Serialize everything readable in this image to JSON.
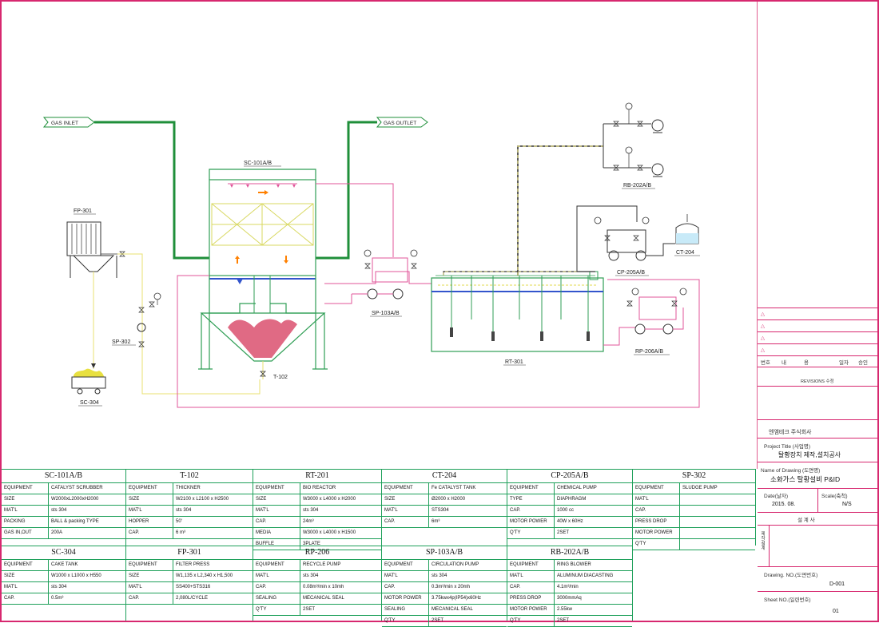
{
  "diagram": {
    "labels": {
      "gas_inlet": "GAS INLET",
      "gas_outlet": "GAS OUTLET",
      "sc101": "SC-101A/B",
      "fp301": "FP-301",
      "sp302": "SP-302",
      "sc304": "SC-304",
      "t102": "T-102",
      "sp103": "SP-103A/B",
      "rt301": "RT-301",
      "rb202": "RB-202A/B",
      "cp205": "CP-205A/B",
      "ct204": "CT-204",
      "rp206": "RP-206A/B"
    },
    "colors": {
      "gas_line": "#1f8f3a",
      "pink_line": "#e0559a",
      "yellow_line": "#e8e070",
      "equipment_line": "#2f9e55",
      "blue_level": "#3355cc",
      "sludge": "#e06a84",
      "border": "#d7286f"
    }
  },
  "equipment_table": {
    "row1": [
      {
        "title": "SC-101A/B",
        "rows": [
          [
            "EQUIPMENT",
            "CATALYST SCRUBBER"
          ],
          [
            "SIZE",
            "W2000xL2000xH2000"
          ],
          [
            "MAT'L",
            "sts 304"
          ],
          [
            "PACKING",
            "BALL & packing TYPE"
          ],
          [
            "GAS IN,OUT",
            "200A"
          ]
        ]
      },
      {
        "title": "T-102",
        "rows": [
          [
            "EQUIPMENT",
            "THICKNER"
          ],
          [
            "SIZE",
            "W2100 x L2100 x H2500"
          ],
          [
            "MAT'L",
            "sts 304"
          ],
          [
            "HOPPER",
            "50'"
          ],
          [
            "CAP.",
            "6 m³"
          ]
        ]
      },
      {
        "title": "RT-201",
        "rows": [
          [
            "EQUIPMENT",
            "BIO REACTOR"
          ],
          [
            "SIZE",
            "W3000 x L4000 x H2000"
          ],
          [
            "MAT'L",
            "sts 304"
          ],
          [
            "CAP.",
            "24m³"
          ],
          [
            "MEDIA",
            "W3000 x L4000 x H1500"
          ],
          [
            "BUFFLE",
            "3PLATE"
          ]
        ]
      },
      {
        "title": "CT-204",
        "rows": [
          [
            "EQUIPMENT",
            "Fe CATALYST TANK"
          ],
          [
            "SIZE",
            "Ø2000 x H2000"
          ],
          [
            "MAT'L",
            "STS304"
          ],
          [
            "CAP.",
            "6m³"
          ]
        ]
      },
      {
        "title": "CP-205A/B",
        "rows": [
          [
            "EQUIPMENT",
            "CHEMICAL PUMP"
          ],
          [
            "TYPE",
            "DIAPHRAGM"
          ],
          [
            "CAP.",
            "1000 cc"
          ],
          [
            "MOTOR POWER",
            "40W x 60Hz"
          ],
          [
            "Q'TY",
            "2SET"
          ]
        ]
      },
      {
        "title": "SP-302",
        "rows": [
          [
            "EQUIPMENT",
            "SLUDGE PUMP"
          ],
          [
            "MAT'L",
            ""
          ],
          [
            "CAP.",
            ""
          ],
          [
            "PRESS DROP",
            ""
          ],
          [
            "MOTOR POWER",
            ""
          ],
          [
            "Q'TY",
            ""
          ]
        ]
      }
    ],
    "row2": [
      {
        "title": "SC-304",
        "rows": [
          [
            "EQUIPMENT",
            "CAKE TANK"
          ],
          [
            "SIZE",
            "W1000 x L1000 x H550"
          ],
          [
            "MAT'L",
            "sts 304"
          ],
          [
            "CAP.",
            "0.5m³"
          ]
        ]
      },
      {
        "title": "FP-301",
        "rows": [
          [
            "EQUIPMENT",
            "FILTER PRESS"
          ],
          [
            "SIZE",
            "W1,135 x L2,340 x H1,500"
          ],
          [
            "MAT'L",
            "SS400+STS316"
          ],
          [
            "CAP.",
            "2,080L/CYCLE"
          ]
        ]
      },
      {
        "title": "RP-206",
        "rows": [
          [
            "EQUIPMENT",
            "RECYCLE PUMP"
          ],
          [
            "MAT'L",
            "sts 304"
          ],
          [
            "CAP.",
            "0.08m³/min x 10mh"
          ],
          [
            "SEALING",
            "MECANICAL SEAL"
          ],
          [
            "Q'TY",
            "2SET"
          ]
        ]
      },
      {
        "title": "SP-103A/B",
        "rows": [
          [
            "EQUIPMENT",
            "CIRCULATION PUMP"
          ],
          [
            "MAT'L",
            "sts 304"
          ],
          [
            "CAP.",
            "0.3m³/min x 20mh"
          ],
          [
            "MOTOR POWER",
            "3.75kwx4p(IP54)x60Hz"
          ],
          [
            "SEALING",
            "MECANICAL SEAL"
          ],
          [
            "Q'TY",
            "2SET"
          ]
        ]
      },
      {
        "title": "RB-202A/B",
        "rows": [
          [
            "EQUIPMENT",
            "RING BLOWER"
          ],
          [
            "MAT'L",
            "ALUMINUM DIACASTING"
          ],
          [
            "CAP.",
            "4.1m³/min"
          ],
          [
            "PRESS DROP",
            "3000mmAq"
          ],
          [
            "MOTOR POWER",
            "2.55kw"
          ],
          [
            "Q'TY",
            "2SET"
          ]
        ]
      }
    ]
  },
  "title_block": {
    "rev_header": [
      "번호",
      "내",
      "용",
      "일자",
      "승인"
    ],
    "revisions_label": "REVISIONS 수정",
    "company": "엔엠테크 주식회사",
    "project_title_label": "Project Title (사업명)",
    "project_title": "탈황장치 제작,설치공사",
    "drawing_name_label": "Name of Drawing (도면명)",
    "drawing_name": "소화가스 탈황설비 P&ID",
    "date_label": "Date(날자)",
    "date_value": "2015.  08.",
    "scale_label": "Scale(축척)",
    "scale_value": "N/S",
    "design_label": "설    계    사",
    "approval_label": "제작/설계",
    "drawing_no_label": "Drawing. NO.(도면번호)",
    "drawing_no": "D-001",
    "sheet_no_label": "Sheet NO.(일련번호)",
    "sheet_no": "01"
  }
}
